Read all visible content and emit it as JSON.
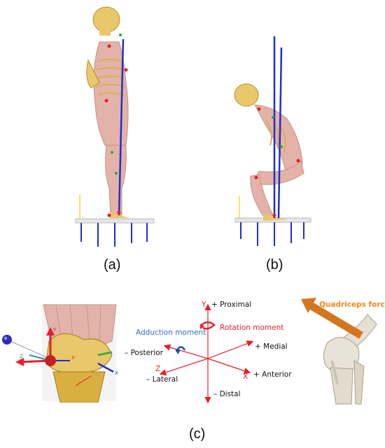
{
  "captions": {
    "a": "(a)",
    "b": "(b)",
    "c": "(c)"
  },
  "axes": {
    "y": "Y",
    "proximal": "+ Proximal",
    "rotation": "Rotation moment",
    "adduction": "Adduction moment",
    "posterior": "– Posterior",
    "medial": "+ Medial",
    "z": "Z",
    "lateral": "– Lateral",
    "x": "X",
    "anterior": "+ Anterior",
    "distal": "– Distal"
  },
  "knee_gizmo": {
    "y": "Y",
    "x": "X",
    "z": "Z"
  },
  "quadriceps": "Quadriceps force",
  "colors": {
    "skeleton": "#e8c86a",
    "muscle": "#e3b2a8",
    "force": "#1f2fd0",
    "axis": "#e5202a",
    "arrow": "#d4761e"
  }
}
